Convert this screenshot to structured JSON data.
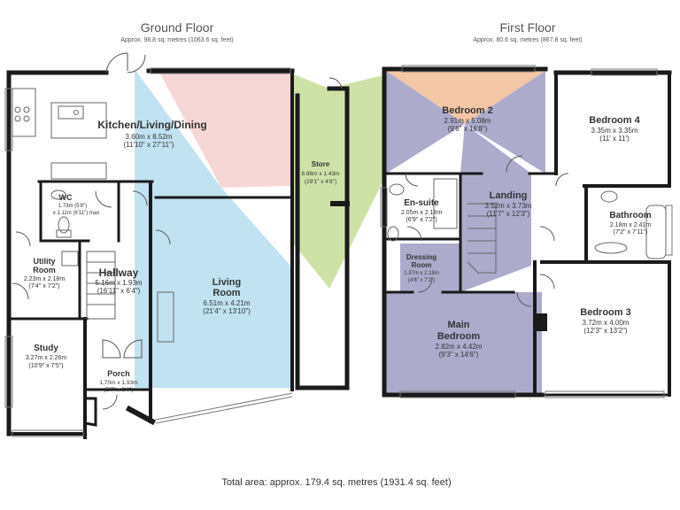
{
  "ground_floor": {
    "title": "Ground Floor",
    "area": "Approx. 98.8 sq. metres (1063.6 sq. feet)",
    "rooms": {
      "kitchen": {
        "name": "Kitchen/Living/Dining",
        "metric": "3.60m x 8.52m",
        "imperial": "(11'10\" x 27'11\")"
      },
      "living": {
        "name1": "Living",
        "name2": "Room",
        "metric": "6.51m x 4.21m",
        "imperial": "(21'4\" x 13'10\")"
      },
      "wc": {
        "name": "WC",
        "metric": "1.73m (5'8\")",
        "imperial": "x 1.11m (6'11\") max"
      },
      "utility": {
        "name1": "Utility",
        "name2": "Room",
        "metric": "2.23m x 2.18m",
        "imperial": "(7'4\" x 7'2\")"
      },
      "hallway": {
        "name": "Hallway",
        "metric": "5.16m x 1.93m",
        "imperial": "(16'11\" x 6'4\")"
      },
      "study": {
        "name": "Study",
        "metric": "3.27m x 2.26m",
        "imperial": "(10'9\" x 7'5\")"
      },
      "porch": {
        "name": "Porch",
        "metric": "1.70m x 1.93m",
        "imperial": "(5'7\" x 6'4\")"
      },
      "store": {
        "name": "Store",
        "metric": "8.86m x 1.43m",
        "imperial": "(29'1\" x 4'8\")"
      }
    }
  },
  "first_floor": {
    "title": "First Floor",
    "area": "Approx. 80.6 sq. metres (867.8 sq. feet)",
    "rooms": {
      "bedroom2": {
        "name": "Bedroom 2",
        "metric": "2.91m x 5.08m",
        "imperial": "(9'6\" x 16'8\")"
      },
      "bedroom4": {
        "name": "Bedroom 4",
        "metric": "3.35m x 3.35m",
        "imperial": "(11' x 11')"
      },
      "ensuite": {
        "name": "En-suite",
        "metric": "2.05m x 2.18m",
        "imperial": "(6'9\" x 7'2\")"
      },
      "landing": {
        "name": "Landing",
        "metric": "3.52m x 3.73m",
        "imperial": "(11'7\" x 12'3\")"
      },
      "bathroom": {
        "name": "Bathroom",
        "metric": "2.18m x 2.41m",
        "imperial": "(7'2\" x 7'11\")"
      },
      "dressing": {
        "name1": "Dressing",
        "name2": "Room",
        "metric": "1.37m x 2.18m",
        "imperial": "(4'6\" x 7'2\")"
      },
      "main": {
        "name1": "Main",
        "name2": "Bedroom",
        "metric": "2.82m x 4.42m",
        "imperial": "(9'3\" x 14'6\")"
      },
      "bedroom3": {
        "name": "Bedroom 3",
        "metric": "3.72m x 4.00m",
        "imperial": "(12'3\" x 13'2\")"
      }
    }
  },
  "total_area": "Total area: approx. 179.4 sq. metres (1931.4 sq. feet)",
  "colors": {
    "wall": "#1a1a1a",
    "cone_blue": "#b9dff0",
    "cone_pink": "#f6d3d0",
    "cone_green": "#c9df9f",
    "cone_orange": "#f2c3a1",
    "cone_purple": "#a9a7c9",
    "fixture": "#666666"
  }
}
